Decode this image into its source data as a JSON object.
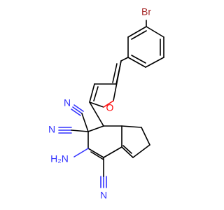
{
  "structure": {
    "labels": {
      "br": "Br",
      "o": "O",
      "n_top": "N",
      "n_mid": "N",
      "n_bot": "N",
      "nh2": "H₂N"
    },
    "colors": {
      "bond": "#000000",
      "nitrogen": "#3333ff",
      "oxygen": "#ff0d0d",
      "bromine": "#a62929"
    }
  }
}
